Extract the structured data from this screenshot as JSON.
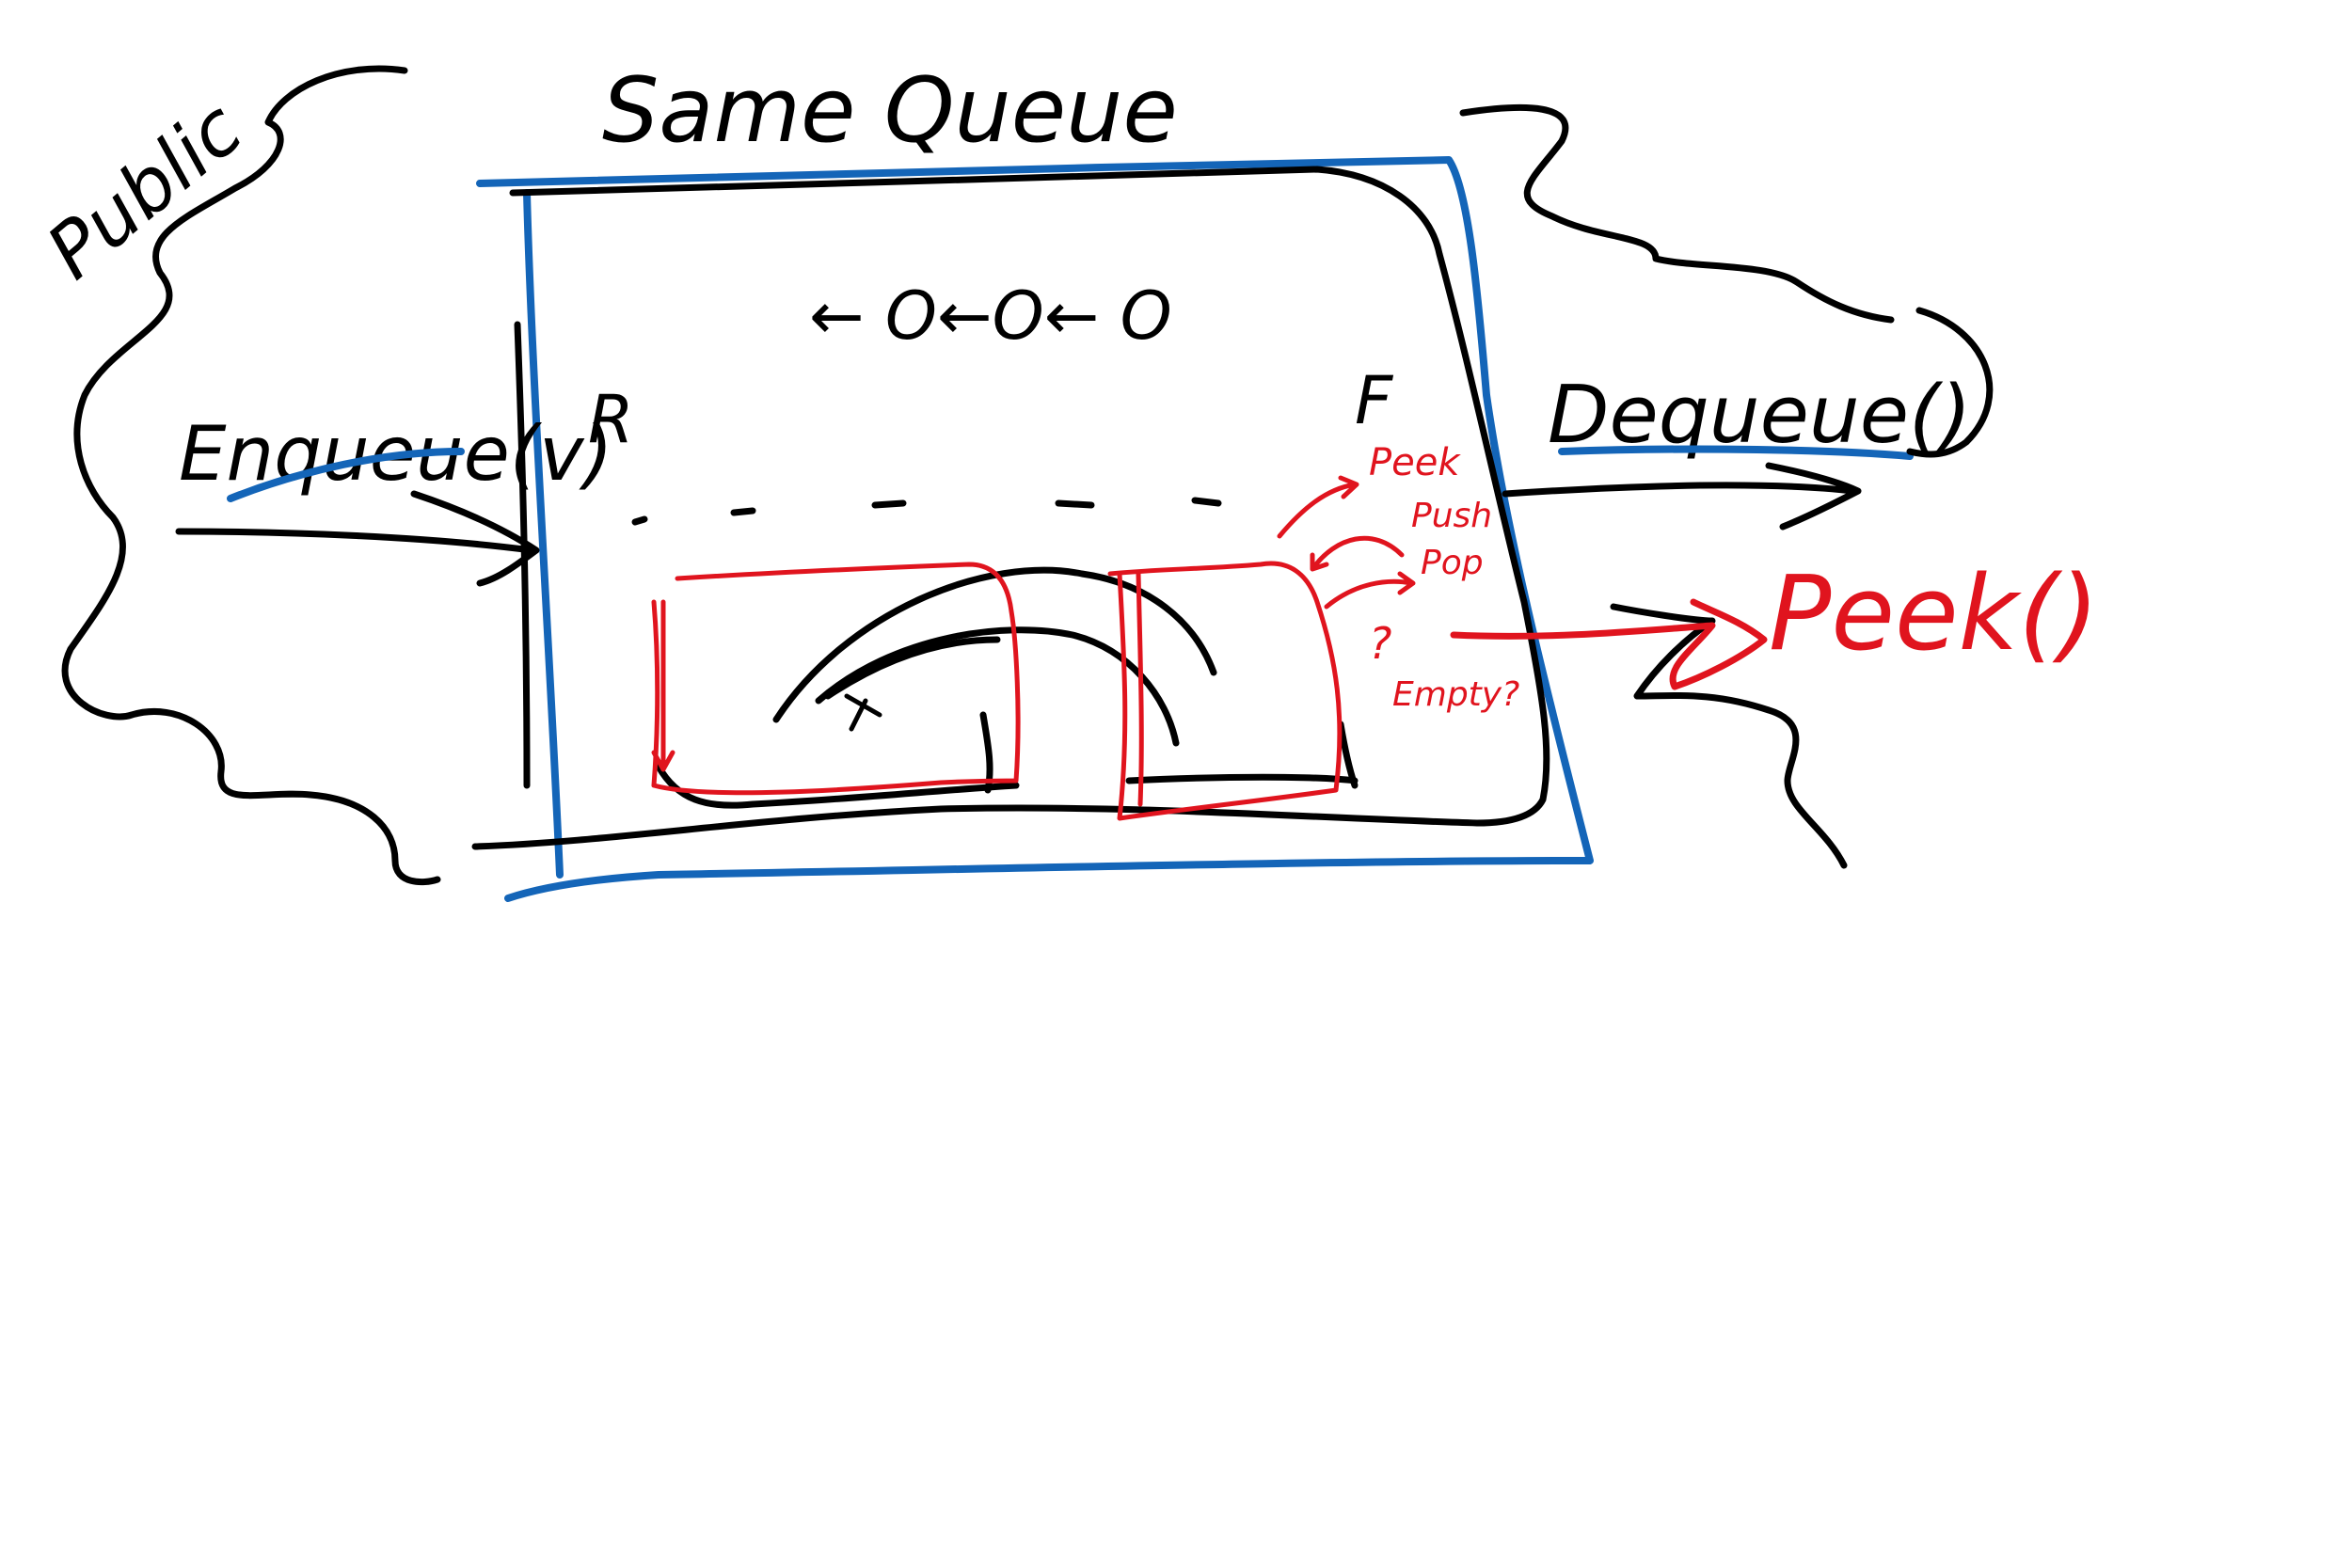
{
  "title": "Same Queue",
  "public_label": "Public",
  "enqueue_label": "Enqueue(v)",
  "dequeue_label": "Dequeue()",
  "rear_label": "R",
  "front_label": "F",
  "chain_label": "← O←O← O",
  "inner_ops": {
    "peek": "Peek",
    "push": "Push",
    "pop": "Pop",
    "question": "?",
    "empty": "Empty?"
  },
  "peek_label": "Peek()",
  "colors": {
    "black_ink": "#000000",
    "blue_ink": "#1465b8",
    "red_ink": "#e0141e",
    "background": "#ffffff"
  }
}
